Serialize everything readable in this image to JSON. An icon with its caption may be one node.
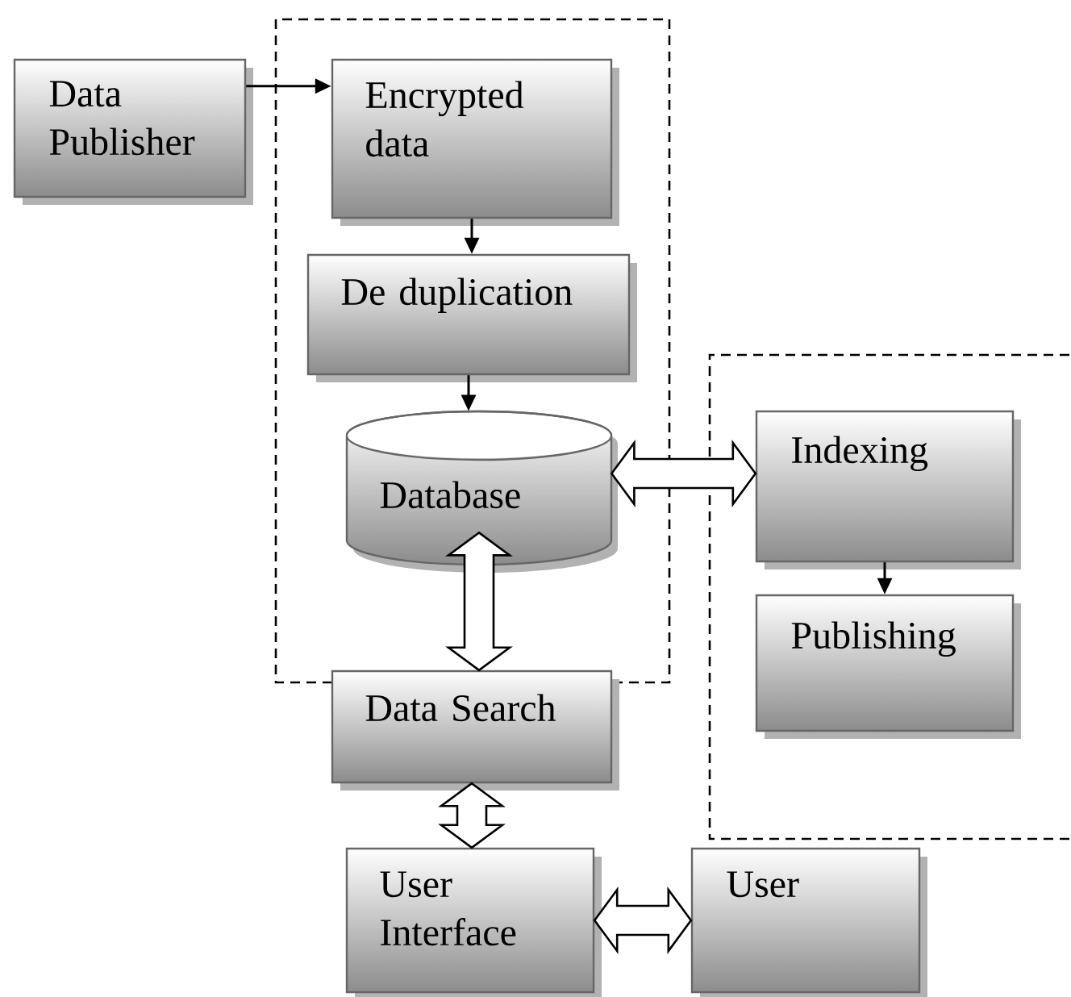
{
  "diagram": {
    "nodes": [
      {
        "text": [
          "Data Publisher"
        ]
      },
      {
        "text": [
          "Encrypted data"
        ]
      },
      {
        "text": [
          "De duplication"
        ]
      },
      {
        "text": [
          "Database"
        ]
      },
      {
        "text": [
          "Indexing"
        ]
      },
      {
        "text": [
          "Publishing"
        ]
      },
      {
        "text": [
          "Data Search"
        ]
      },
      {
        "text": [
          "User Interface"
        ]
      },
      {
        "text": [
          "User"
        ]
      }
    ],
    "edges": [
      {
        "from": 0,
        "to": 1,
        "arrow": "to"
      },
      {
        "from": 1,
        "to": 2,
        "arrow": "to"
      },
      {
        "from": 2,
        "to": 3,
        "arrow": "to"
      },
      {
        "from": 3,
        "to": 4,
        "arrow": "both",
        "style": "thick"
      },
      {
        "from": 4,
        "to": 5,
        "arrow": "to"
      },
      {
        "from": 3,
        "to": 6,
        "arrow": "both",
        "style": "thick"
      },
      {
        "from": 6,
        "to": 7,
        "arrow": "both",
        "style": "thick"
      },
      {
        "from": 7,
        "to": 8,
        "arrow": "both",
        "style": "thick"
      }
    ]
  }
}
